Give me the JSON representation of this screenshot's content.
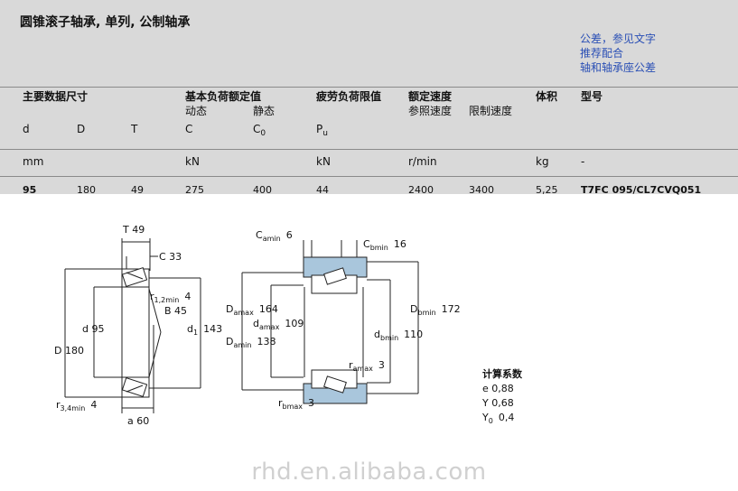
{
  "title": "圆锥滚子轴承, 单列, 公制轴承",
  "links": [
    "公差，参见文字",
    "推荐配合",
    "轴和轴承座公差"
  ],
  "table": {
    "groups": {
      "main_dims": "主要数据尺寸",
      "load_ratings": "基本负荷额定值",
      "fatigue_limit": "疲劳负荷限值",
      "speed_ratings": "额定速度",
      "mass": "体积",
      "designation": "型号"
    },
    "subgroups": {
      "dynamic": "动态",
      "static": "静态",
      "reference_speed": "参照速度",
      "limiting_speed": "限制速度"
    },
    "symbols": {
      "d": "d",
      "D": "D",
      "T": "T",
      "C": "C",
      "C0_base": "C",
      "C0_sub": "0",
      "Pu_base": "P",
      "Pu_sub": "u"
    },
    "units": {
      "mm": "mm",
      "kN_1": "kN",
      "kN_2": "kN",
      "speed": "r/min",
      "kg": "kg",
      "dash": "-"
    },
    "row": {
      "d": "95",
      "D": "180",
      "T": "49",
      "C": "275",
      "C0": "400",
      "Pu": "44",
      "ref_speed": "2400",
      "lim_speed": "3400",
      "mass": "5,25",
      "designation": "T7FC 095/CL7CVQ051"
    }
  },
  "drawing_left": {
    "T": "T 49",
    "C": "C 33",
    "r12_base": "r",
    "r12_sub": "1,2min",
    "r12_val": "4",
    "B": "B 45",
    "d": "d 95",
    "d1_base": "d",
    "d1_sub": "1",
    "d1_val": "143",
    "D": "D 180",
    "r34_base": "r",
    "r34_sub": "3,4min",
    "r34_val": "4",
    "a": "a 60"
  },
  "drawing_right": {
    "Ca_base": "C",
    "Ca_sub": "amin",
    "Ca_val": "6",
    "Cb_base": "C",
    "Cb_sub": "bmin",
    "Cb_val": "16",
    "Da_base": "D",
    "Da_sub": "amax",
    "Da_val": "164",
    "dam_base": "d",
    "dam_sub": "amax",
    "dam_val": "109",
    "Dam_base": "D",
    "Dam_sub": "amin",
    "Dam_val": "138",
    "Db_base": "D",
    "Db_sub": "bmin",
    "Db_val": "172",
    "db_base": "d",
    "db_sub": "bmin",
    "db_val": "110",
    "ra_base": "r",
    "ra_sub": "amax",
    "ra_val": "3",
    "rb_base": "r",
    "rb_sub": "bmax",
    "rb_val": "3"
  },
  "calc_factors": {
    "title": "计算系数",
    "e": "e  0,88",
    "Y": "Y  0,68",
    "Y0_base": "Y",
    "Y0_sub": "0",
    "Y0_val": "0,4"
  },
  "watermark": "rhd.en.alibaba.com",
  "colors": {
    "link": "#2a4fb5",
    "header_bg": "#d9d9d9",
    "housing": "#a9c6dc"
  }
}
